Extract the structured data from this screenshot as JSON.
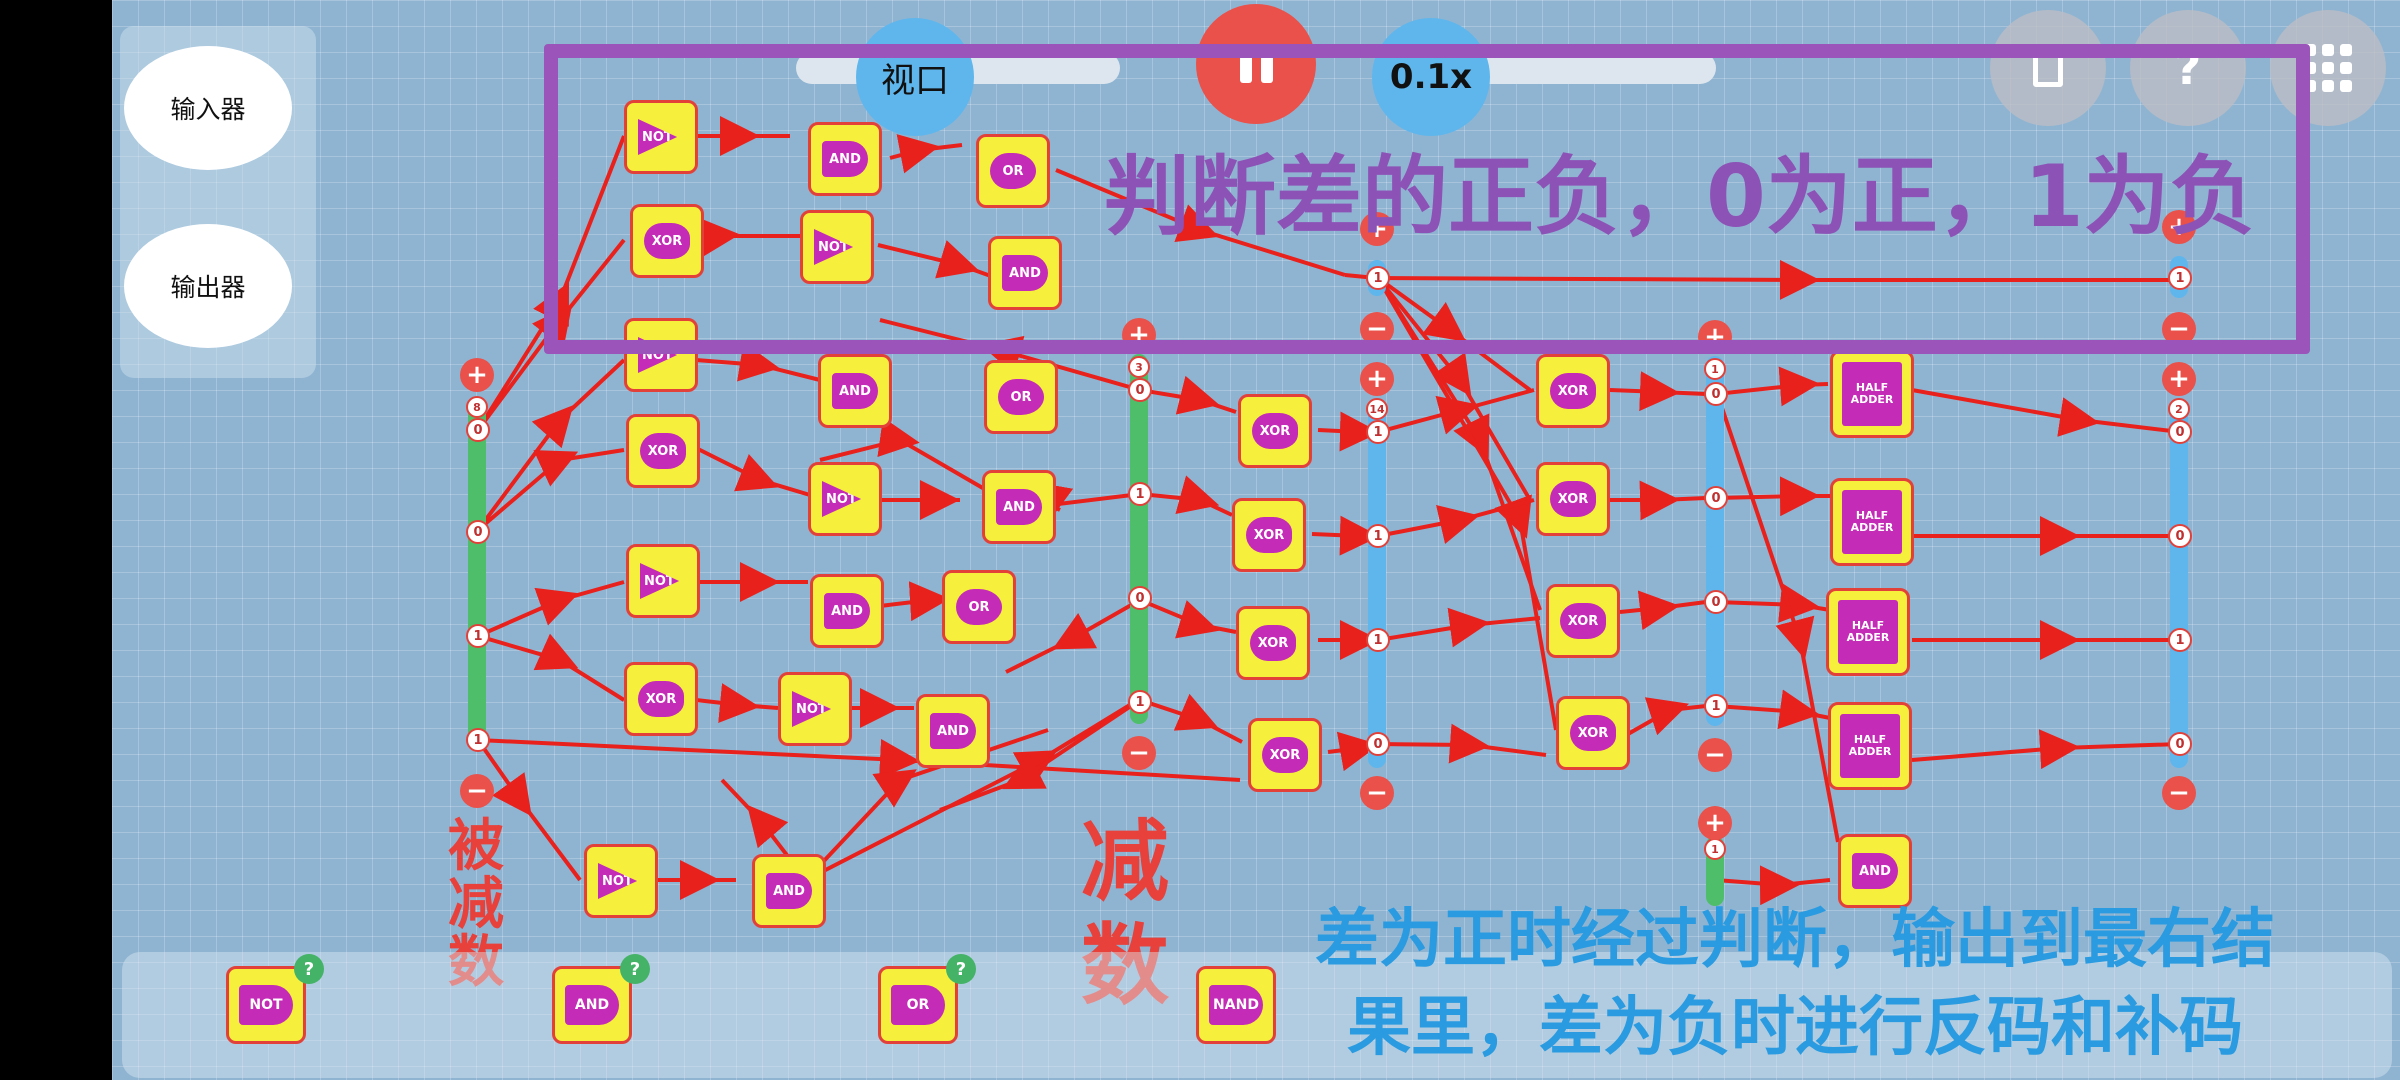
{
  "side_panel": {
    "input_label": "输入器",
    "output_label": "输出器"
  },
  "top_bar": {
    "viewport_label": "视口",
    "speed_label": "0.1x"
  },
  "gates": [
    {
      "type": "NOT",
      "label": "NOT"
    },
    {
      "type": "AND",
      "label": "AND"
    },
    {
      "type": "OR",
      "label": "OR"
    },
    {
      "type": "XOR",
      "label": "XOR"
    },
    {
      "type": "NOT",
      "label": "NOT"
    },
    {
      "type": "AND",
      "label": "AND"
    },
    {
      "type": "NOT",
      "label": "NOT"
    },
    {
      "type": "AND",
      "label": "AND"
    },
    {
      "type": "OR",
      "label": "OR"
    },
    {
      "type": "XOR",
      "label": "XOR"
    },
    {
      "type": "NOT",
      "label": "NOT"
    },
    {
      "type": "AND",
      "label": "AND"
    },
    {
      "type": "NOT",
      "label": "NOT"
    },
    {
      "type": "AND",
      "label": "AND"
    },
    {
      "type": "OR",
      "label": "OR"
    },
    {
      "type": "XOR",
      "label": "XOR"
    },
    {
      "type": "NOT",
      "label": "NOT"
    },
    {
      "type": "AND",
      "label": "AND"
    },
    {
      "type": "NOT",
      "label": "NOT"
    },
    {
      "type": "AND",
      "label": "AND"
    },
    {
      "type": "XOR",
      "label": "XOR"
    },
    {
      "type": "XOR",
      "label": "XOR"
    },
    {
      "type": "XOR",
      "label": "XOR"
    },
    {
      "type": "XOR",
      "label": "XOR"
    },
    {
      "type": "XOR",
      "label": "XOR"
    },
    {
      "type": "XOR",
      "label": "XOR"
    },
    {
      "type": "XOR",
      "label": "XOR"
    },
    {
      "type": "XOR",
      "label": "XOR"
    },
    {
      "type": "HALF",
      "label": "HALF ADDER"
    },
    {
      "type": "HALF",
      "label": "HALF ADDER"
    },
    {
      "type": "HALF",
      "label": "HALF ADDER"
    },
    {
      "type": "HALF",
      "label": "HALF ADDER"
    },
    {
      "type": "AND",
      "label": "AND"
    }
  ],
  "bars": {
    "minuend": {
      "header": "8",
      "bits": [
        "0",
        "0",
        "1",
        "1"
      ]
    },
    "subtrahend": {
      "header": "3",
      "bits": [
        "0",
        "1",
        "0",
        "1"
      ]
    },
    "sign_out": {
      "bit": "1"
    },
    "diff_mid": {
      "header": "14",
      "bits": [
        "1",
        "1",
        "1",
        "0"
      ]
    },
    "complement": {
      "header": "1",
      "bits": [
        "0",
        "0",
        "0",
        "1"
      ]
    },
    "carry_in": {
      "header": "1"
    },
    "result_sign": {
      "bit": "1"
    },
    "result": {
      "header": "2",
      "bits": [
        "0",
        "0",
        "1",
        "0"
      ]
    }
  },
  "annotations": {
    "purple": "判断差的正负，0为正，1为负",
    "minuend_label": "被减数",
    "subtrahend_label": "减数",
    "blue_line1": "差为正时经过判断，输出到最右结",
    "blue_line2": "果里，差为负时进行反码和补码"
  },
  "palette": [
    {
      "label": "NOT"
    },
    {
      "label": "AND"
    },
    {
      "label": "OR"
    },
    {
      "label": "NAND"
    }
  ],
  "colors": {
    "wire": "#e8211d",
    "gate_fill": "#f6f03c",
    "gate_symbol": "#c42bb6",
    "bar_green": "#4fbe6a",
    "bar_blue": "#5fb6ec",
    "annotation_purple": "#9b55ba"
  }
}
